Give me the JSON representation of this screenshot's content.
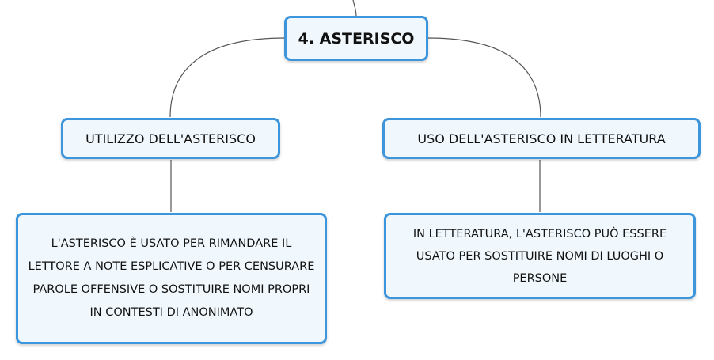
{
  "root": {
    "label": "4. ASTERISCO"
  },
  "branches": [
    {
      "label": "UTILIZZO DELL'ASTERISCO",
      "detail": "L'ASTERISCO È USATO PER RIMANDARE IL LETTORE A NOTE ESPLICATIVE O PER CENSURARE PAROLE OFFENSIVE O SOSTITUIRE NOMI PROPRI IN CONTESTI DI ANONIMATO"
    },
    {
      "label": "USO DELL'ASTERISCO IN LETTERATURA",
      "detail": "IN LETTERATURA, L'ASTERISCO PUÒ ESSERE USATO PER SOSTITUIRE NOMI DI LUOGHI O PERSONE"
    }
  ],
  "colors": {
    "node_border": "#3d95dc",
    "node_fill": "#f1f8fd",
    "connector": "#555555"
  }
}
